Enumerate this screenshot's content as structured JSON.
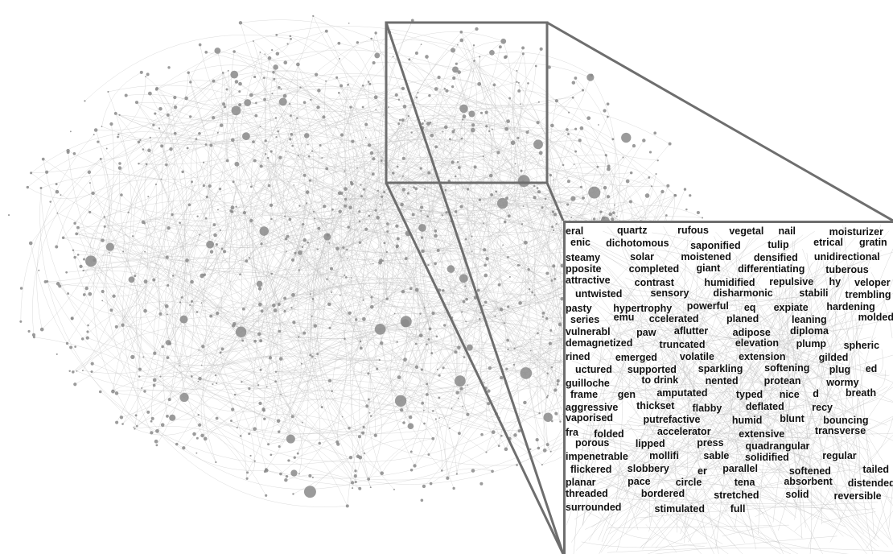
{
  "colors": {
    "background": "#ffffff",
    "edge": "#bdbdbd",
    "node": "#8a8a8a",
    "frame": "#6e6e6e",
    "label": "#111111"
  },
  "zoom_words": [
    "eral",
    "quartz",
    "rufous",
    "vegetal",
    "nail",
    "moisturizer",
    "enic",
    "dichotomous",
    "saponified",
    "tulip",
    "etrical",
    "gratin",
    "steamy",
    "solar",
    "moistened",
    "densified",
    "unidirectional",
    "pposite",
    "completed",
    "giant",
    "differentiating",
    "tuberous",
    "attractive",
    "contrast",
    "humidified",
    "repulsive",
    "hy",
    "veloper",
    "untwisted",
    "sensory",
    "disharmonic",
    "stabili",
    "trembling",
    "pasty",
    "hypertrophy",
    "powerful",
    "eq",
    "expiate",
    "hardening",
    "series",
    "emu",
    "ccelerated",
    "planed",
    "leaning",
    "molded",
    "vulnerabl",
    "paw",
    "aflutter",
    "adipose",
    "diploma",
    "demagnetized",
    "truncated",
    "elevation",
    "plump",
    "spheric",
    "rined",
    "emerged",
    "volatile",
    "extension",
    "gilded",
    "uctured",
    "supported",
    "sparkling",
    "softening",
    "plug",
    "ed",
    "guilloche",
    "to drink",
    "nented",
    "protean",
    "wormy",
    "frame",
    "gen",
    "amputated",
    "typed",
    "nice",
    "d",
    "breath",
    "aggressive",
    "thickset",
    "flabby",
    "deflated",
    "recy",
    "vaporised",
    "putrefactive",
    "humid",
    "blunt",
    "bouncing",
    "fra",
    "folded",
    "accelerator",
    "extensive",
    "transverse",
    "porous",
    "lipped",
    "press",
    "quadrangular",
    "impenetrable",
    "mollifi",
    "sable",
    "solidified",
    "regular",
    "flickered",
    "slobbery",
    "er",
    "parallel",
    "softened",
    "tailed",
    "planar",
    "pace",
    "circle",
    "tena",
    "absorbent",
    "distended",
    "threaded",
    "bordered",
    "stretched",
    "solid",
    "reversible",
    "surrounded",
    "stimulated",
    "full"
  ]
}
